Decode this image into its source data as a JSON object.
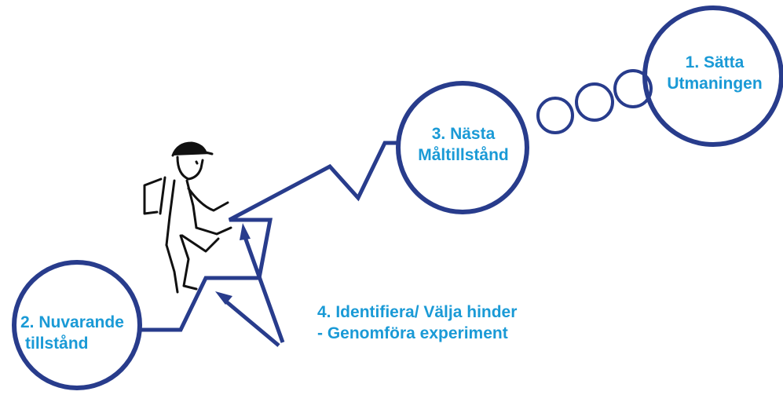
{
  "colors": {
    "line": "#283c8c",
    "text": "#1a9ad6",
    "figure": "#111111"
  },
  "states": {
    "challenge": {
      "line1": "1. Sätta",
      "line2": "Utmaningen"
    },
    "current": {
      "line1": "2. Nuvarande",
      "line2": "tillstånd"
    },
    "target": {
      "line1": "3. Nästa",
      "line2": "Måltillstånd"
    }
  },
  "obstacles": {
    "line1": "4. Identifiera/ Välja hinder",
    "line2": "- Genomföra experiment"
  },
  "figure_icon": "hiker-icon"
}
